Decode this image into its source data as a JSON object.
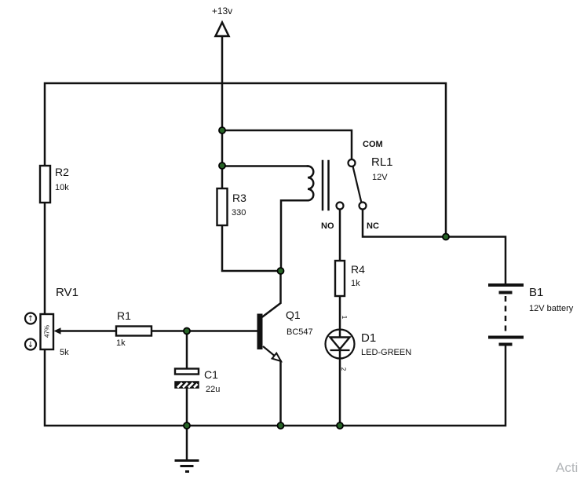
{
  "power_net": {
    "label": "+13v"
  },
  "components": {
    "r2": {
      "ref": "R2",
      "value": "10k"
    },
    "rv1": {
      "ref": "RV1",
      "value": "5k",
      "wiper": "47%",
      "up_symbol": "↑",
      "down_symbol": "↓"
    },
    "r1": {
      "ref": "R1",
      "value": "1k"
    },
    "c1": {
      "ref": "C1",
      "value": "22u"
    },
    "q1": {
      "ref": "Q1",
      "value": "BC547"
    },
    "r3": {
      "ref": "R3",
      "value": "330"
    },
    "rl1": {
      "ref": "RL1",
      "value": "12V",
      "pin_com": "COM",
      "pin_no": "NO",
      "pin_nc": "NC"
    },
    "r4": {
      "ref": "R4",
      "value": "1k"
    },
    "d1": {
      "ref": "D1",
      "value": "LED-GREEN",
      "pin_anode": "1",
      "pin_cathode": "2"
    },
    "b1": {
      "ref": "B1",
      "value": "12V battery"
    }
  },
  "watermark": {
    "text": "Acti"
  },
  "colors": {
    "wire": "#111111",
    "junction_dot": "#266326",
    "background": "#ffffff",
    "watermark_text": "#b3b6b9"
  }
}
